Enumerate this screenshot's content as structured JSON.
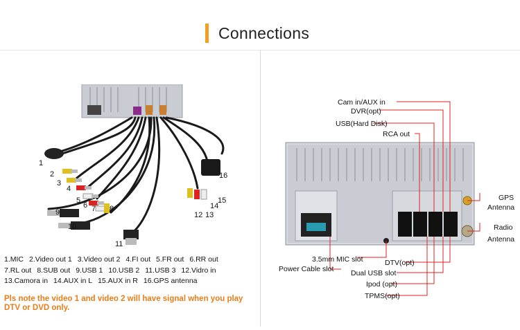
{
  "header": {
    "title": "Connections"
  },
  "callouts": [
    "1",
    "2",
    "3",
    "4",
    "5",
    "6",
    "7",
    "8",
    "9",
    "10",
    "11",
    "12",
    "13",
    "14",
    "15",
    "16"
  ],
  "legend": {
    "rows": [
      [
        "1.MIC",
        "2.Video out 1",
        "3.Video out 2",
        "4.FI out",
        "5.FR out",
        "6.RR out"
      ],
      [
        "7.RL out",
        "8.SUB out",
        "9.USB 1",
        "10.USB 2",
        "11.USB 3",
        "12.Vidro in"
      ],
      [
        "13.Camora in",
        "14.AUX in L",
        "15.AUX in R",
        "16.GPS antenna"
      ]
    ]
  },
  "note": "Pls note the video 1 and video 2 will have signal when you play DTV or DVD only.",
  "right_labels": {
    "cam_in": "Cam in/AUX in",
    "dvr": "DVR(opt)",
    "usb_hdd": "USB(Hard Disk)",
    "rca_out": "RCA out",
    "gps": "GPS",
    "gps_antenna": "Antenna",
    "radio": "Radio",
    "radio_antenna": "Antenna",
    "mic_slot": "3.5mm MIC slot",
    "power_slot": "Power Cable slot",
    "dtv": "DTV(opt)",
    "dual_usb": "Dual USB slot",
    "ipod": "Ipod (opt)",
    "tpms": "TPMS(opt)"
  },
  "colors": {
    "accent": "#f0a020",
    "note": "#e87d1a",
    "lead_line": "#e02020",
    "panel": "#c9cdd3"
  }
}
